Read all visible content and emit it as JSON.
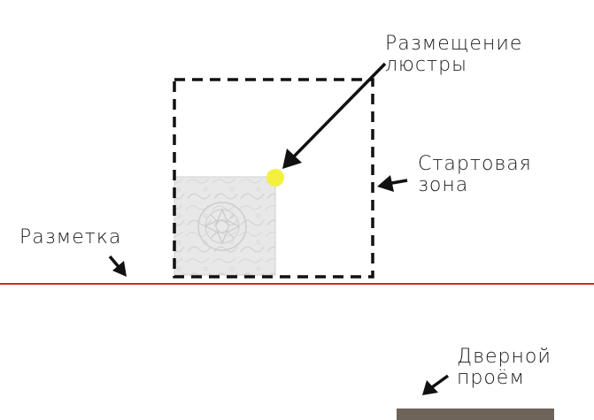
{
  "labels": {
    "chandelier_line1": "Размещение",
    "chandelier_line2": "люстры",
    "start_zone_line1": "Стартовая",
    "start_zone_line2": "зона",
    "marking": "Разметка",
    "door_line1": "Дверной",
    "door_line2": "проём"
  },
  "colors": {
    "marking_line": "#e0202a",
    "chandelier_dot": "#f4f040",
    "tile_fill": "#e6e6e6",
    "door_fill": "#6e645a",
    "arrow": "#111111",
    "dashed_frame": "#111111"
  },
  "icons": {
    "ceiling_tile": "ornamental-ceiling-tile-icon",
    "arrows": "arrow-icon"
  }
}
